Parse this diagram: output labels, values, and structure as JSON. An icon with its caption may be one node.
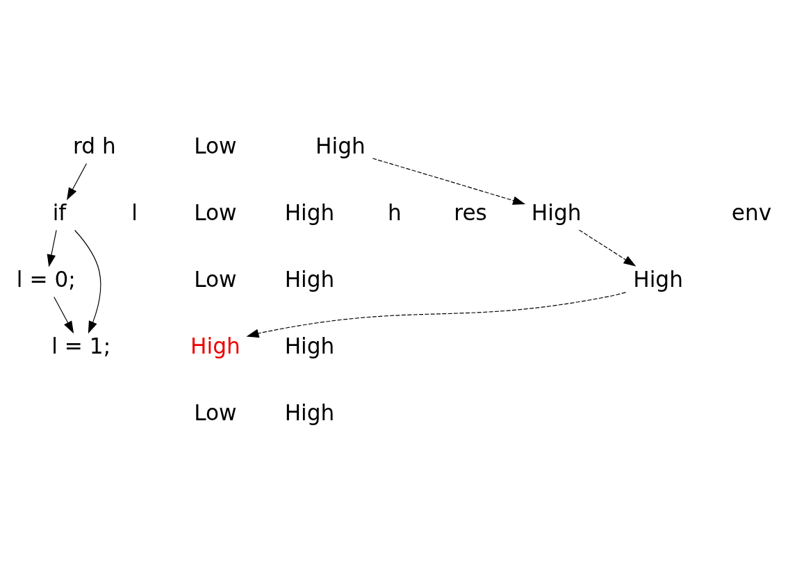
{
  "diagram": {
    "nodes": [
      {
        "text": [
          "rd h"
        ]
      },
      {
        "text": [
          "if"
        ]
      },
      {
        "text": [
          "l = 0;"
        ]
      },
      {
        "text": [
          "l = 1;"
        ]
      },
      {
        "text": [
          "High"
        ]
      },
      {
        "text": [
          "High"
        ]
      },
      {
        "text": [
          "High"
        ]
      },
      {
        "text": [
          "High"
        ]
      }
    ],
    "edges": [
      {
        "from": 0,
        "to": 1,
        "arrow": "to"
      },
      {
        "from": 1,
        "to": 2,
        "arrow": "to"
      },
      {
        "from": 1,
        "to": 3,
        "arrow": "to"
      },
      {
        "from": 2,
        "to": 3,
        "arrow": "to"
      },
      {
        "from": 4,
        "to": 5,
        "arrow": "to",
        "style": "dashed"
      },
      {
        "from": 5,
        "to": 6,
        "arrow": "to",
        "style": "dashed"
      },
      {
        "from": 6,
        "to": 7,
        "arrow": "to",
        "style": "dashed"
      }
    ],
    "labels": [
      "l",
      "h",
      "res",
      "env",
      "Low",
      "Low",
      "High",
      "Low",
      "High",
      "High",
      "Low",
      "High"
    ]
  }
}
